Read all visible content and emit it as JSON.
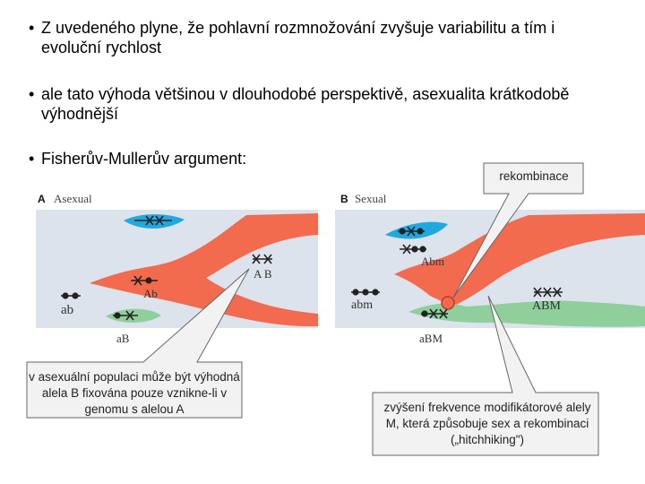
{
  "bullets": [
    {
      "marker": "•",
      "text": "Z uvedeného plyne, že pohlavní rozmnožování zvyšuje variabilitu a tím i evoluční rychlost"
    },
    {
      "marker": "•",
      "text": "ale tato výhoda většinou v dlouhodobé perspektivě, asexualita krátkodobě výhodnější"
    },
    {
      "marker": "•",
      "text": "Fisherův-Mullerův argument:"
    }
  ],
  "panels": {
    "a": {
      "letter": "A",
      "title": "Asexual",
      "labels": {
        "ab": "ab",
        "Ab": "Ab",
        "AB": "A B",
        "aB": "aB"
      }
    },
    "b": {
      "letter": "B",
      "title": "Sexual",
      "labels": {
        "Abm": "Abm",
        "abm": "abm",
        "ABM": "ABM",
        "aBM": "aBM"
      }
    }
  },
  "callouts": {
    "rekombinace": "rekombinace",
    "left": "v asexuální populaci může být výhodná alela B fixována pouze vznikne-li v genomu s alelou A",
    "right": "zvýšení frekvence modifikátorové alely M, která způsobuje sex a rekombinaci („hitchhiking\")"
  },
  "colors": {
    "band": "#dde3ec",
    "orange": "#f26b4f",
    "blue": "#1fa9df",
    "green": "#8fcf9c",
    "callout_fill": "#f2f2f2",
    "callout_stroke": "#666666"
  }
}
